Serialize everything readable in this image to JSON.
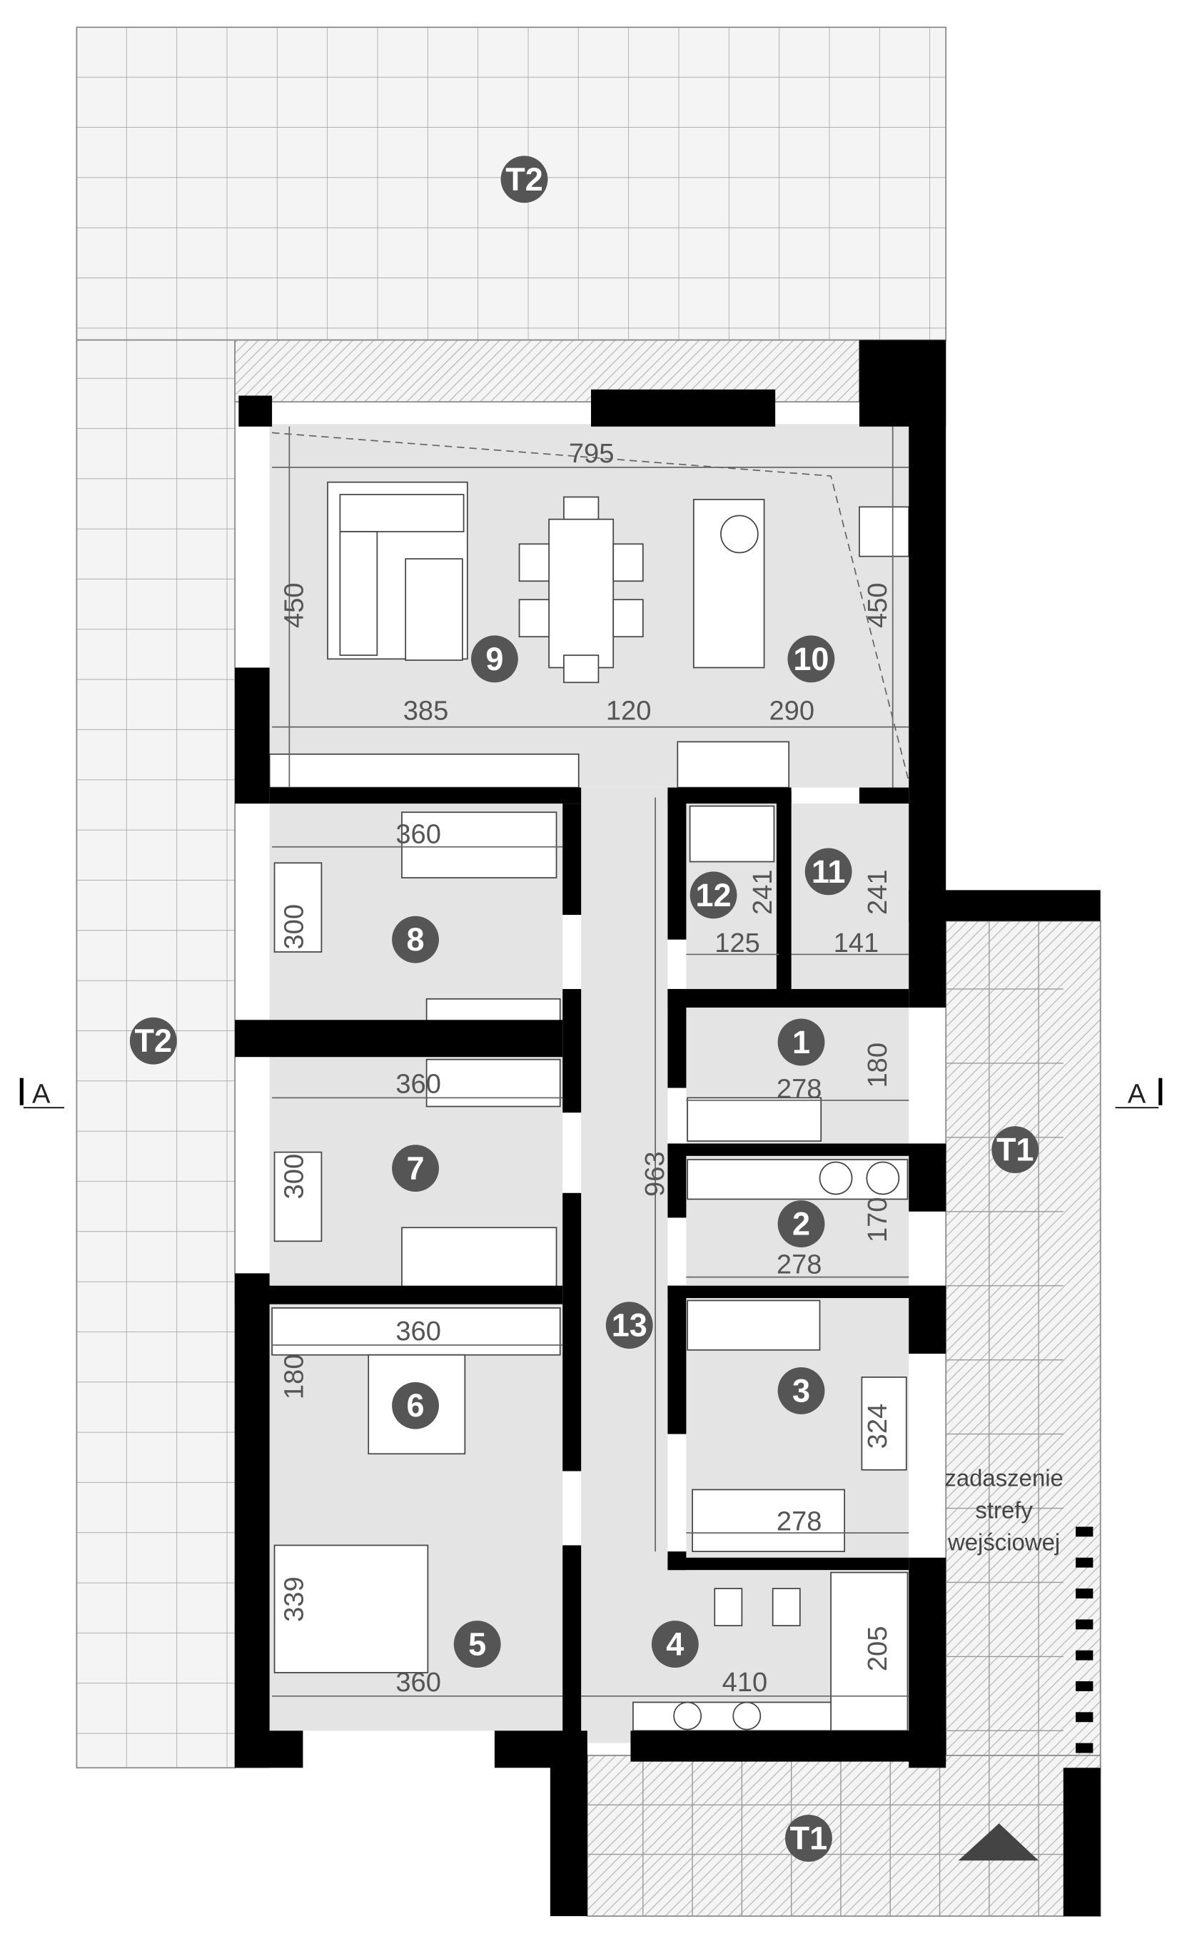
{
  "terraces": {
    "t2": "T2",
    "t1": "T1"
  },
  "rooms": [
    "1",
    "2",
    "3",
    "4",
    "5",
    "6",
    "7",
    "8",
    "9",
    "10",
    "11",
    "12",
    "13"
  ],
  "dimensions": {
    "living_width": "795",
    "living_height_left": "450",
    "living_height_right": "450",
    "living_seg1": "385",
    "living_seg2": "120",
    "living_seg3": "290",
    "room8_w": "360",
    "room8_h": "300",
    "room7_w": "360",
    "room7_h": "300",
    "room6_w": "360",
    "room6_h": "180",
    "room5_w": "360",
    "room5_h": "339",
    "room12_w": "125",
    "room12_h": "241",
    "room11_w": "141",
    "room11_h": "241",
    "room1_w": "278",
    "room1_h": "180",
    "room2_w": "278",
    "room2_h": "170",
    "room3_w": "278",
    "room3_h": "324",
    "room4_w": "410",
    "room4_h": "205",
    "corridor_len": "963"
  },
  "section_marker": "A",
  "entrance_note": [
    "zadaszenie",
    "strefy",
    "wejściowej"
  ],
  "colors": {
    "badge": "#555555",
    "floor": "#e4e4e4",
    "wall": "#000000"
  }
}
